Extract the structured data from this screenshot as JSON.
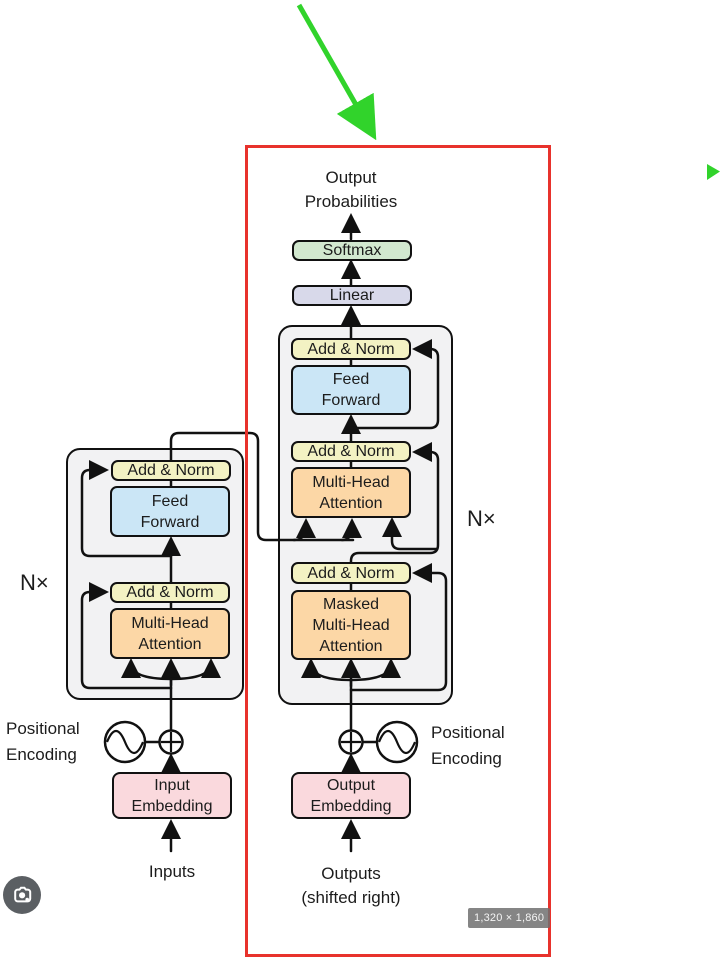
{
  "diagram": {
    "output_probabilities": "Output Probabilities",
    "boxes": {
      "softmax": "Softmax",
      "linear": "Linear",
      "add_norm": "Add & Norm",
      "feed_forward": "Feed Forward",
      "multi_head_attention": "Multi-Head Attention",
      "masked_multi_head_attention": "Masked Multi-Head Attention",
      "input_embedding": "Input Embedding",
      "output_embedding": "Output Embedding"
    },
    "labels": {
      "n_times_left": "N×",
      "n_times_right": "N×",
      "positional_encoding_left": "Positional Encoding",
      "positional_encoding_right": "Positional Encoding",
      "inputs": "Inputs",
      "outputs_line1": "Outputs",
      "outputs_line2": "(shifted right)"
    }
  },
  "overlay": {
    "size_badge": "1,320 × 1,860",
    "icons": {
      "lens_camera": "camera-lens-icon",
      "green_arrow": "annotation-arrow-icon",
      "green_triangle": "play-triangle-icon"
    }
  },
  "colors": {
    "softmax": "#d2e8cf",
    "linear": "#d8d9ea",
    "add_norm": "#f3f2c3",
    "feed_forward": "#cbe6f6",
    "attention": "#fcd7a6",
    "embedding": "#fad9dd",
    "container": "#f2f2f3",
    "line": "#111111",
    "highlight_red": "#e8322c",
    "annotation_green": "#31d32b",
    "badge_bg": "#707070",
    "lens_bg": "#5b5f63"
  }
}
